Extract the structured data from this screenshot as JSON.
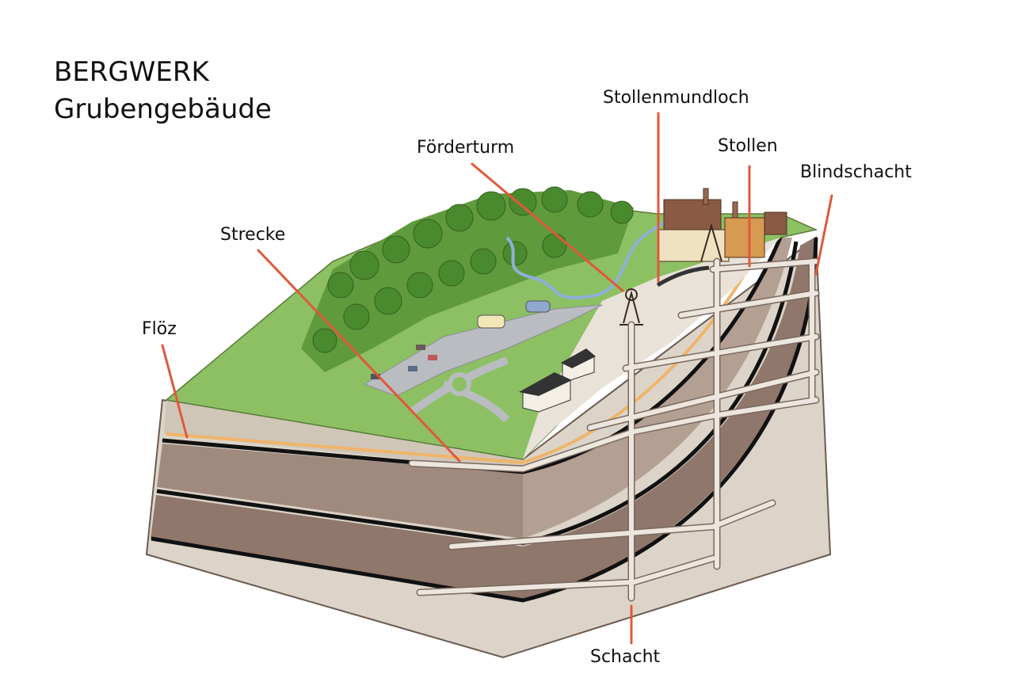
{
  "title": {
    "line1": "BERGWERK",
    "line2": "Grubengebäude"
  },
  "labels": {
    "stollenmundloch": "Stollenmundloch",
    "foerderturm": "Förderturm",
    "stollen": "Stollen",
    "blindschacht": "Blindschacht",
    "strecke": "Strecke",
    "floez": "Flöz",
    "schacht": "Schacht"
  },
  "colors": {
    "leader": "#e0583a",
    "grass": "#8cc063",
    "forest": "#5f9a3c",
    "rock_light": "#d8d0c4",
    "rock_dark": "#9a857a",
    "seam": "#111111",
    "tunnel": "#e4ddd4",
    "road": "#b9bcc0"
  }
}
